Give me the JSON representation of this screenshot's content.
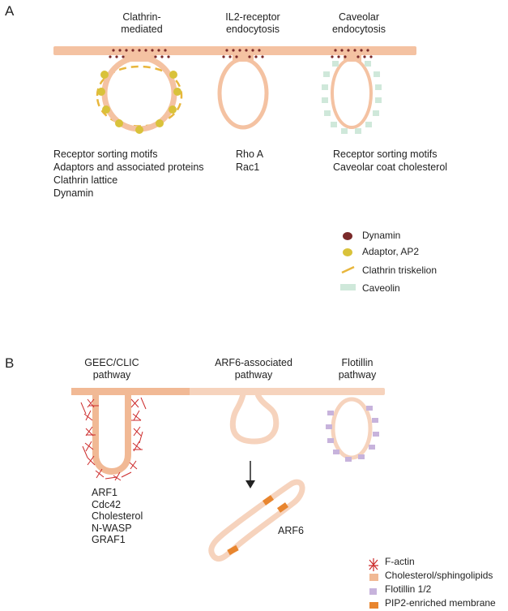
{
  "panel_a": {
    "letter": "A",
    "pathways": [
      {
        "name": "Clathrin-\nmediated",
        "factors": [
          "Receptor sorting motifs",
          "Adaptors and associated proteins",
          "Clathrin lattice",
          "Dynamin"
        ]
      },
      {
        "name": "IL2-receptor\nendocytosis",
        "factors": [
          "Rho A",
          "Rac1"
        ]
      },
      {
        "name": "Caveolar\nendocytosis",
        "factors": [
          "Receptor sorting motifs",
          "Caveolar coat cholesterol"
        ]
      }
    ],
    "legend": [
      {
        "label": "Dynamin",
        "icon": "dynamin-dot-icon",
        "color": "#7a2a2a"
      },
      {
        "label": "Adaptor, AP2",
        "icon": "adaptor-dot-icon",
        "color": "#d9c23a"
      },
      {
        "label": "Clathrin triskelion",
        "icon": "clathrin-dash-icon",
        "color": "#e8b63c"
      },
      {
        "label": "Caveolin",
        "icon": "caveolin-block-icon",
        "color": "#cfe8da"
      }
    ]
  },
  "panel_b": {
    "letter": "B",
    "pathways": [
      {
        "name": "GEEC/CLIC\npathway",
        "factors": [
          "ARF1",
          "Cdc42",
          "Cholesterol",
          "N-WASP",
          "GRAF1"
        ]
      },
      {
        "name": "ARF6-associated\npathway"
      },
      {
        "name": "Flotillin\npathway"
      }
    ],
    "arf6_label": "ARF6",
    "legend": [
      {
        "label": "F-actin",
        "icon": "f-actin-icon",
        "color": "#cc2a2a"
      },
      {
        "label": "Cholesterol/sphingolipids",
        "icon": "cholesterol-icon",
        "color": "#f1b995"
      },
      {
        "label": "Flotillin 1/2",
        "icon": "flotillin-icon",
        "color": "#c7b3dc"
      },
      {
        "label": "PIP2-enriched membrane",
        "icon": "pip2-icon",
        "color": "#e8852e"
      }
    ]
  },
  "colors": {
    "membrane": "#f4c2a2",
    "membrane_b": "#f6d3bd",
    "arrow": "#222222"
  }
}
